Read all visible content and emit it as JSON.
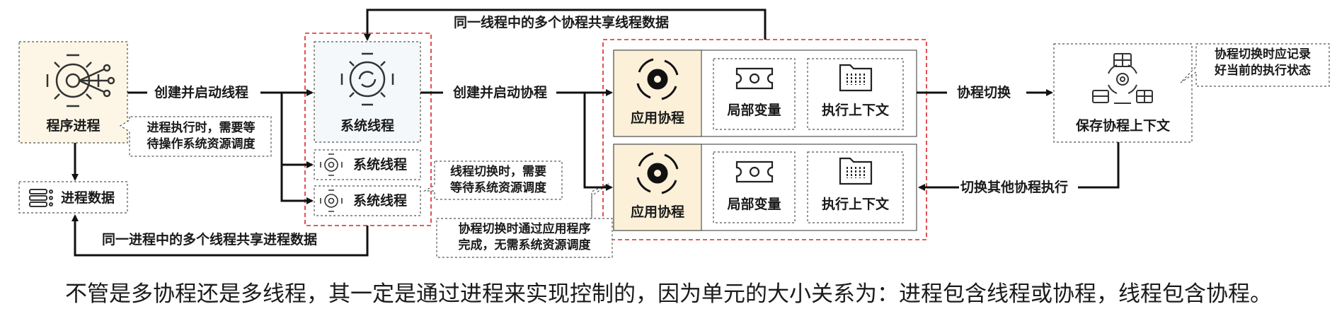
{
  "diagram": {
    "process": {
      "label": "程序进程",
      "icon": "gear-network-icon",
      "bg": "#fdf6e6"
    },
    "process_data": {
      "label": "进程数据",
      "icon": "database-icon"
    },
    "process_note": {
      "line1": "进程执行时，需要等",
      "line2": "待操作系统资源调度"
    },
    "system_thread_main": {
      "label": "系统线程",
      "icon": "gear-cycle-icon",
      "bg": "#f5f8fb"
    },
    "system_thread_2": {
      "label": "系统线程",
      "icon": "gear-small-icon"
    },
    "system_thread_3": {
      "label": "系统线程",
      "icon": "gear-small-icon"
    },
    "thread_note": {
      "line1": "线程切换时，需要",
      "line2": "等待系统资源调度"
    },
    "top_arrow_label": "同一线程中的多个协程共享线程数据",
    "bottom_arrow_label": "同一进程中的多个线程共享进程数据",
    "arrow_create_thread": "创建并启动线程",
    "arrow_create_coroutine": "创建并启动协程",
    "coroutine_rows": [
      {
        "app_label": "应用协程",
        "local_label": "局部变量",
        "context_label": "执行上下文"
      },
      {
        "app_label": "应用协程",
        "local_label": "局部变量",
        "context_label": "执行上下文"
      }
    ],
    "coroutine_note": {
      "line1": "协程切换时通过应用程序",
      "line2": "完成，无需系统资源调度"
    },
    "switch_label": "协程切换",
    "switch_back_label": "切换其他协程执行",
    "save_box": {
      "label": "保存协程上下文",
      "icon": "context-grid-icon"
    },
    "save_note": {
      "line1": "协程切换时应记录",
      "line2": "好当前的执行状态"
    },
    "colors": {
      "red_dashed": "#d9262c",
      "highlight": "#fcf0d8",
      "line": "#111111"
    }
  },
  "caption": "不管是多协程还是多线程，其一定是通过进程来实现控制的，因为单元的大小关系为：进程包含线程或协程，线程包含协程。"
}
